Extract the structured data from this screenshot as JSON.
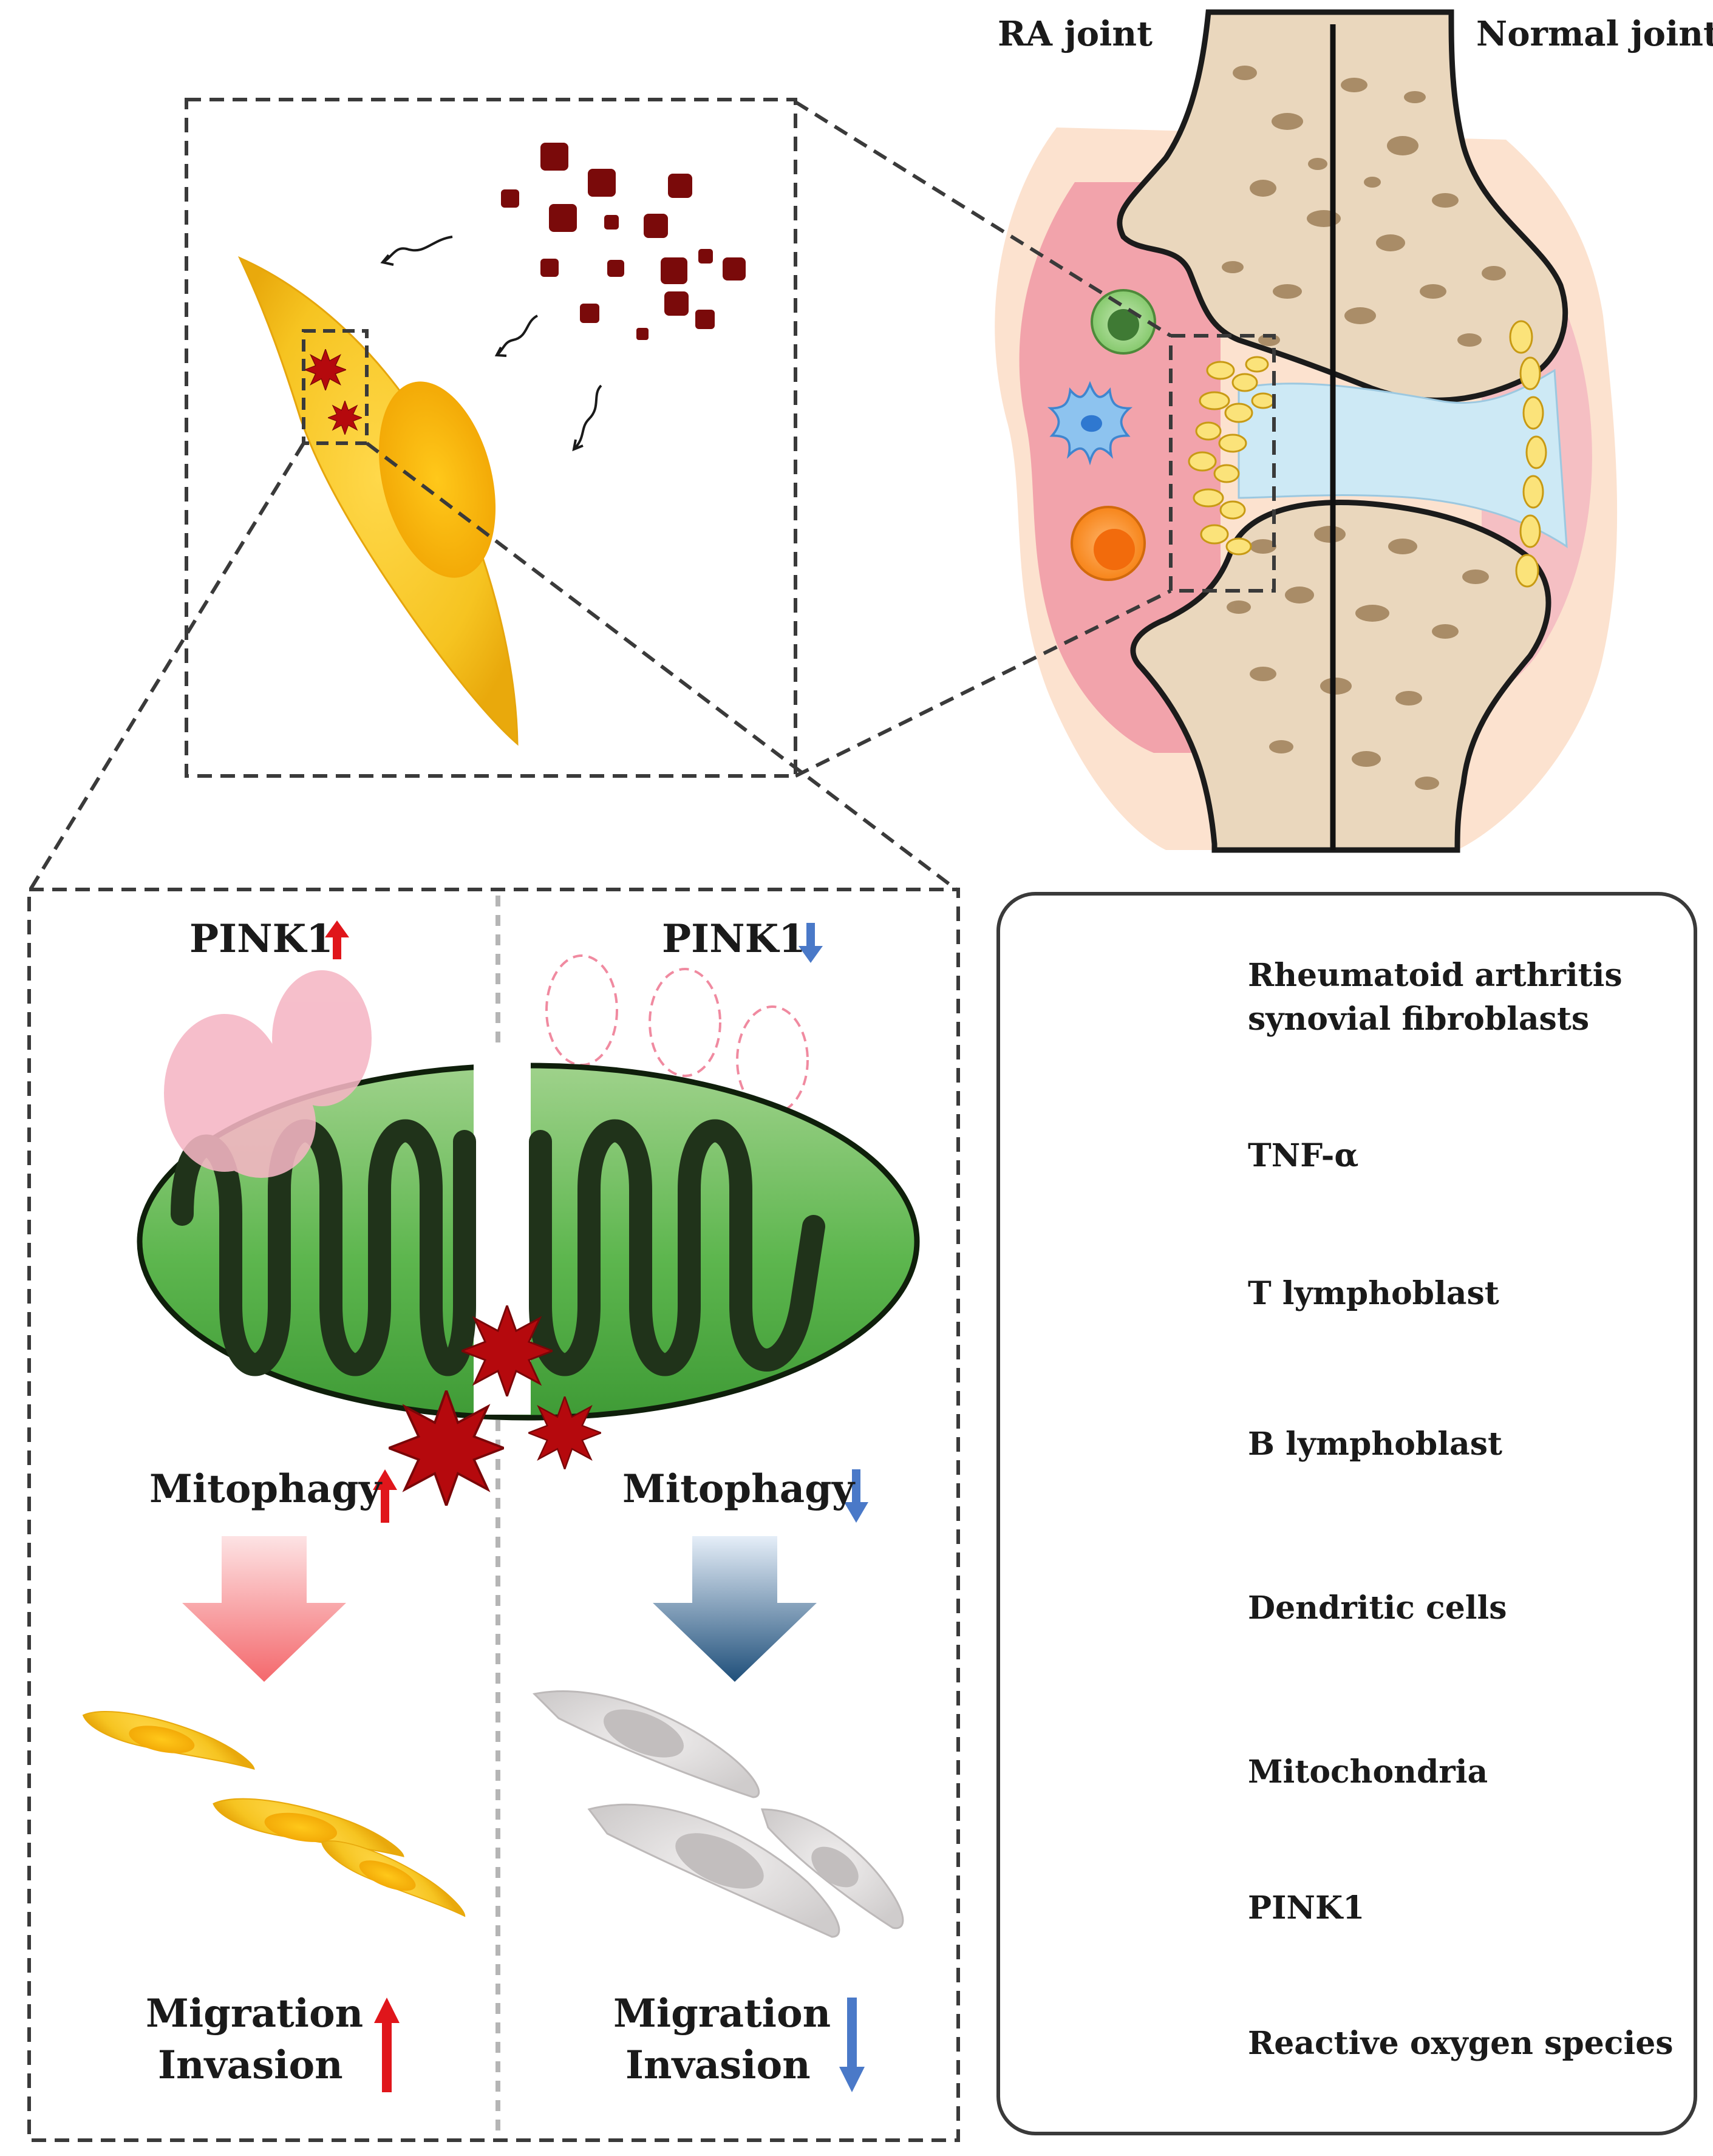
{
  "joint": {
    "ra_label": "RA joint",
    "normal_label": "Normal joint"
  },
  "panels": {
    "left": {
      "pink1_label": "PINK1",
      "mitophagy_label": "Mitophagy",
      "migration_label": "Migration",
      "invasion_label": "Invasion",
      "direction": "up",
      "arrow_color": "#e0161b"
    },
    "right": {
      "pink1_label": "PINK1",
      "mitophagy_label": "Mitophagy",
      "migration_label": "Migration",
      "invasion_label": "Invasion",
      "direction": "down",
      "arrow_color": "#4a79c8"
    }
  },
  "legend": {
    "items": [
      {
        "icon": "synovial-fibroblast-icon",
        "label_line1": "Rheumatoid arthritis",
        "label_line2": "synovial fibroblasts"
      },
      {
        "icon": "tnf-alpha-icon",
        "label": "TNF-α"
      },
      {
        "icon": "t-lymphoblast-icon",
        "label": "T lymphoblast"
      },
      {
        "icon": "b-lymphoblast-icon",
        "label": "B lymphoblast"
      },
      {
        "icon": "dendritic-cell-icon",
        "label": "Dendritic cells"
      },
      {
        "icon": "mitochondria-icon",
        "label": "Mitochondria"
      },
      {
        "icon": "pink1-icon",
        "label": "PINK1"
      },
      {
        "icon": "ros-icon",
        "label": "Reactive oxygen species"
      }
    ]
  },
  "colors": {
    "fibroblast": "#f7c51e",
    "tnf": "#7a0a0a",
    "t_cell": "#8fcf7a",
    "b_cell": "#f7861b",
    "dendritic": "#7fb8ea",
    "mito": "#59b04a",
    "pink1": "#f5b6c4",
    "ros": "#b5090d",
    "synovium_ra": "#f2a3ab",
    "synovial_fluid": "#cde9f5",
    "bone": "#ead7bd"
  }
}
